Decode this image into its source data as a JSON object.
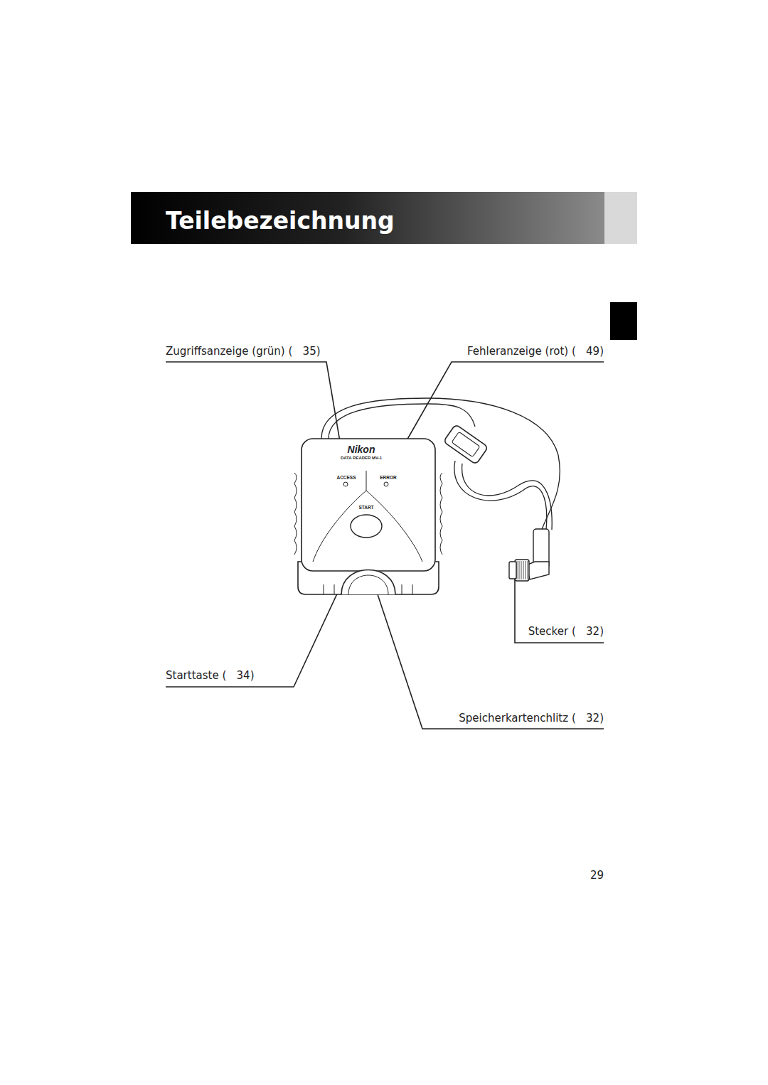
{
  "diagram": {
    "title": "Teilebezeichnung",
    "labels": [
      "Zugriffsanzeige (grün) (   35)",
      "Fehleranzeige (rot) (   49)",
      "Stecker (   32)",
      "Starttaste (   34)",
      "Speicherkartenchlitz (   32)",
      "Nikon",
      "DATA READER MV-1",
      "ACCESS",
      "ERROR",
      "START",
      "29"
    ]
  }
}
